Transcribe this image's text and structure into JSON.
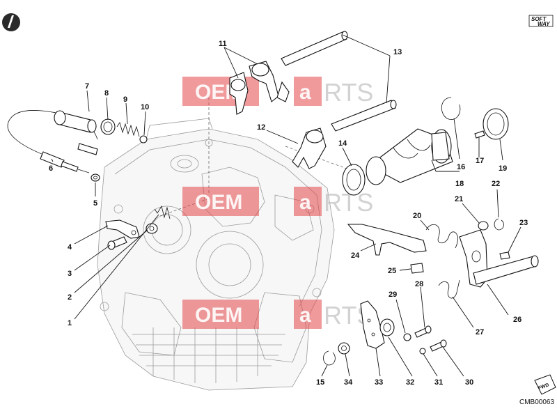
{
  "diagram": {
    "drawing_code": "CMB00063",
    "brand_logo_text": [
      "SOFT",
      "WAY"
    ],
    "fwd_label": "FWD",
    "watermark": {
      "left": "OEM",
      "right": "RTS",
      "middle": "a"
    },
    "callouts": [
      {
        "id": "c1",
        "label": "1"
      },
      {
        "id": "c2",
        "label": "2"
      },
      {
        "id": "c3",
        "label": "3"
      },
      {
        "id": "c4",
        "label": "4"
      },
      {
        "id": "c5",
        "label": "5"
      },
      {
        "id": "c6",
        "label": "6"
      },
      {
        "id": "c7",
        "label": "7"
      },
      {
        "id": "c8",
        "label": "8"
      },
      {
        "id": "c9",
        "label": "9"
      },
      {
        "id": "c10",
        "label": "10"
      },
      {
        "id": "c11",
        "label": "11"
      },
      {
        "id": "c12",
        "label": "12"
      },
      {
        "id": "c13",
        "label": "13"
      },
      {
        "id": "c14",
        "label": "14"
      },
      {
        "id": "c15",
        "label": "15"
      },
      {
        "id": "c16",
        "label": "16"
      },
      {
        "id": "c17",
        "label": "17"
      },
      {
        "id": "c18",
        "label": "18"
      },
      {
        "id": "c19",
        "label": "19"
      },
      {
        "id": "c20",
        "label": "20"
      },
      {
        "id": "c21",
        "label": "21"
      },
      {
        "id": "c22",
        "label": "22"
      },
      {
        "id": "c23",
        "label": "23"
      },
      {
        "id": "c24",
        "label": "24"
      },
      {
        "id": "c25",
        "label": "25"
      },
      {
        "id": "c26",
        "label": "26"
      },
      {
        "id": "c27",
        "label": "27"
      },
      {
        "id": "c28",
        "label": "28"
      },
      {
        "id": "c29",
        "label": "29"
      },
      {
        "id": "c30",
        "label": "30"
      },
      {
        "id": "c31",
        "label": "31"
      },
      {
        "id": "c32",
        "label": "32"
      },
      {
        "id": "c33",
        "label": "33"
      },
      {
        "id": "c34",
        "label": "34"
      }
    ]
  }
}
